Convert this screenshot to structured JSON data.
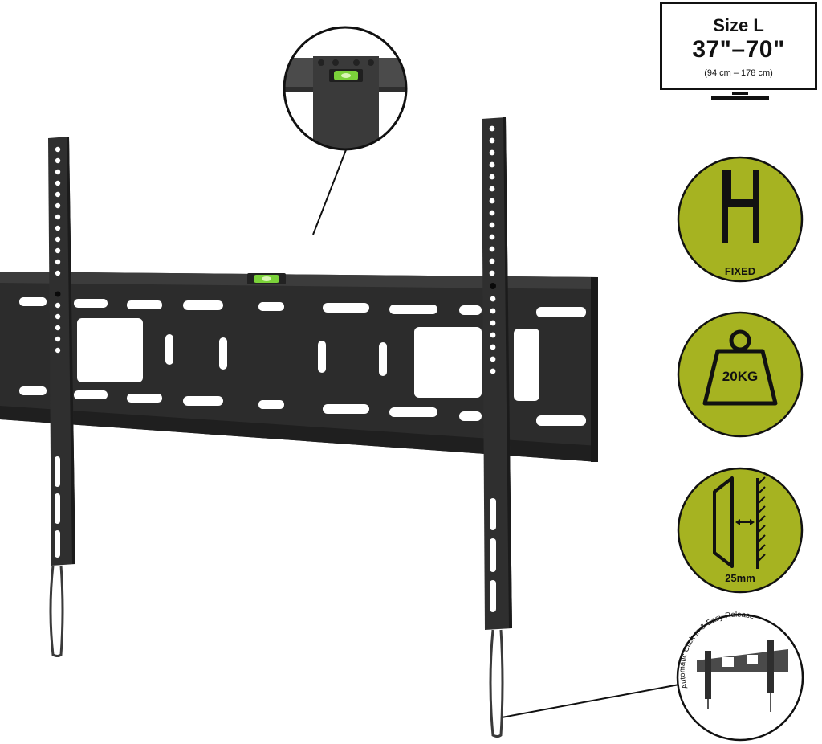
{
  "size_badge": {
    "title": "Size L",
    "range": "37\"–70\"",
    "metric": "(94 cm – 178 cm)"
  },
  "features": [
    {
      "icon": "fixed-mount-icon",
      "label": "FIXED"
    },
    {
      "icon": "weight-icon",
      "label": "20KG"
    },
    {
      "icon": "wall-distance-icon",
      "label": "25mm"
    }
  ],
  "inset_bottom": {
    "caption": "Automatic Click-in & Easy Release"
  },
  "colors": {
    "badge_fill": "#a6b321",
    "metal": "#2e2e2e",
    "metal_dark": "#1c1c1c"
  }
}
